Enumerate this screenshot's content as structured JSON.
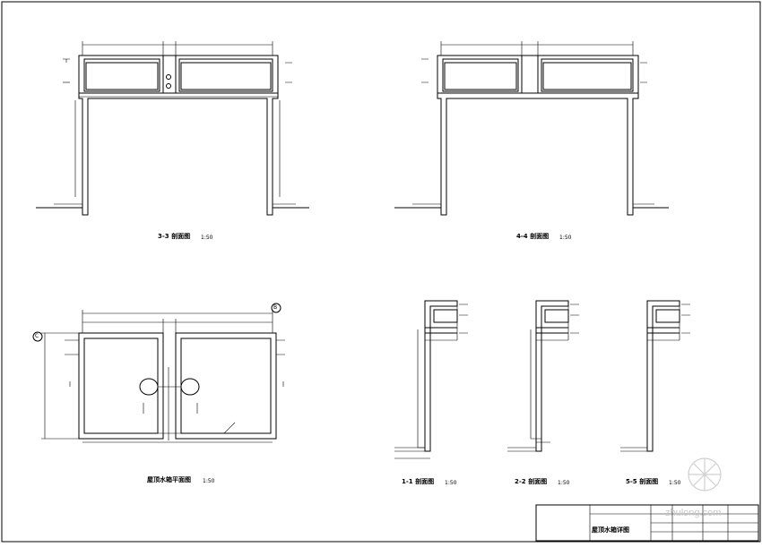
{
  "views": {
    "section_33_title": "3-3 剖面图",
    "section_44_title": "4-4 剖面图",
    "plan_title": "屋顶水箱平面图",
    "section_11_title": "1-1 剖面图",
    "section_22_title": "2-2 剖面图",
    "section_55_title": "5-5 剖面图",
    "scale": "1:50"
  },
  "axis_marks": {
    "left": "C",
    "right": "B"
  },
  "title_block": {
    "drawing_name": "屋顶水箱详图"
  },
  "watermark": "zhulong.com"
}
